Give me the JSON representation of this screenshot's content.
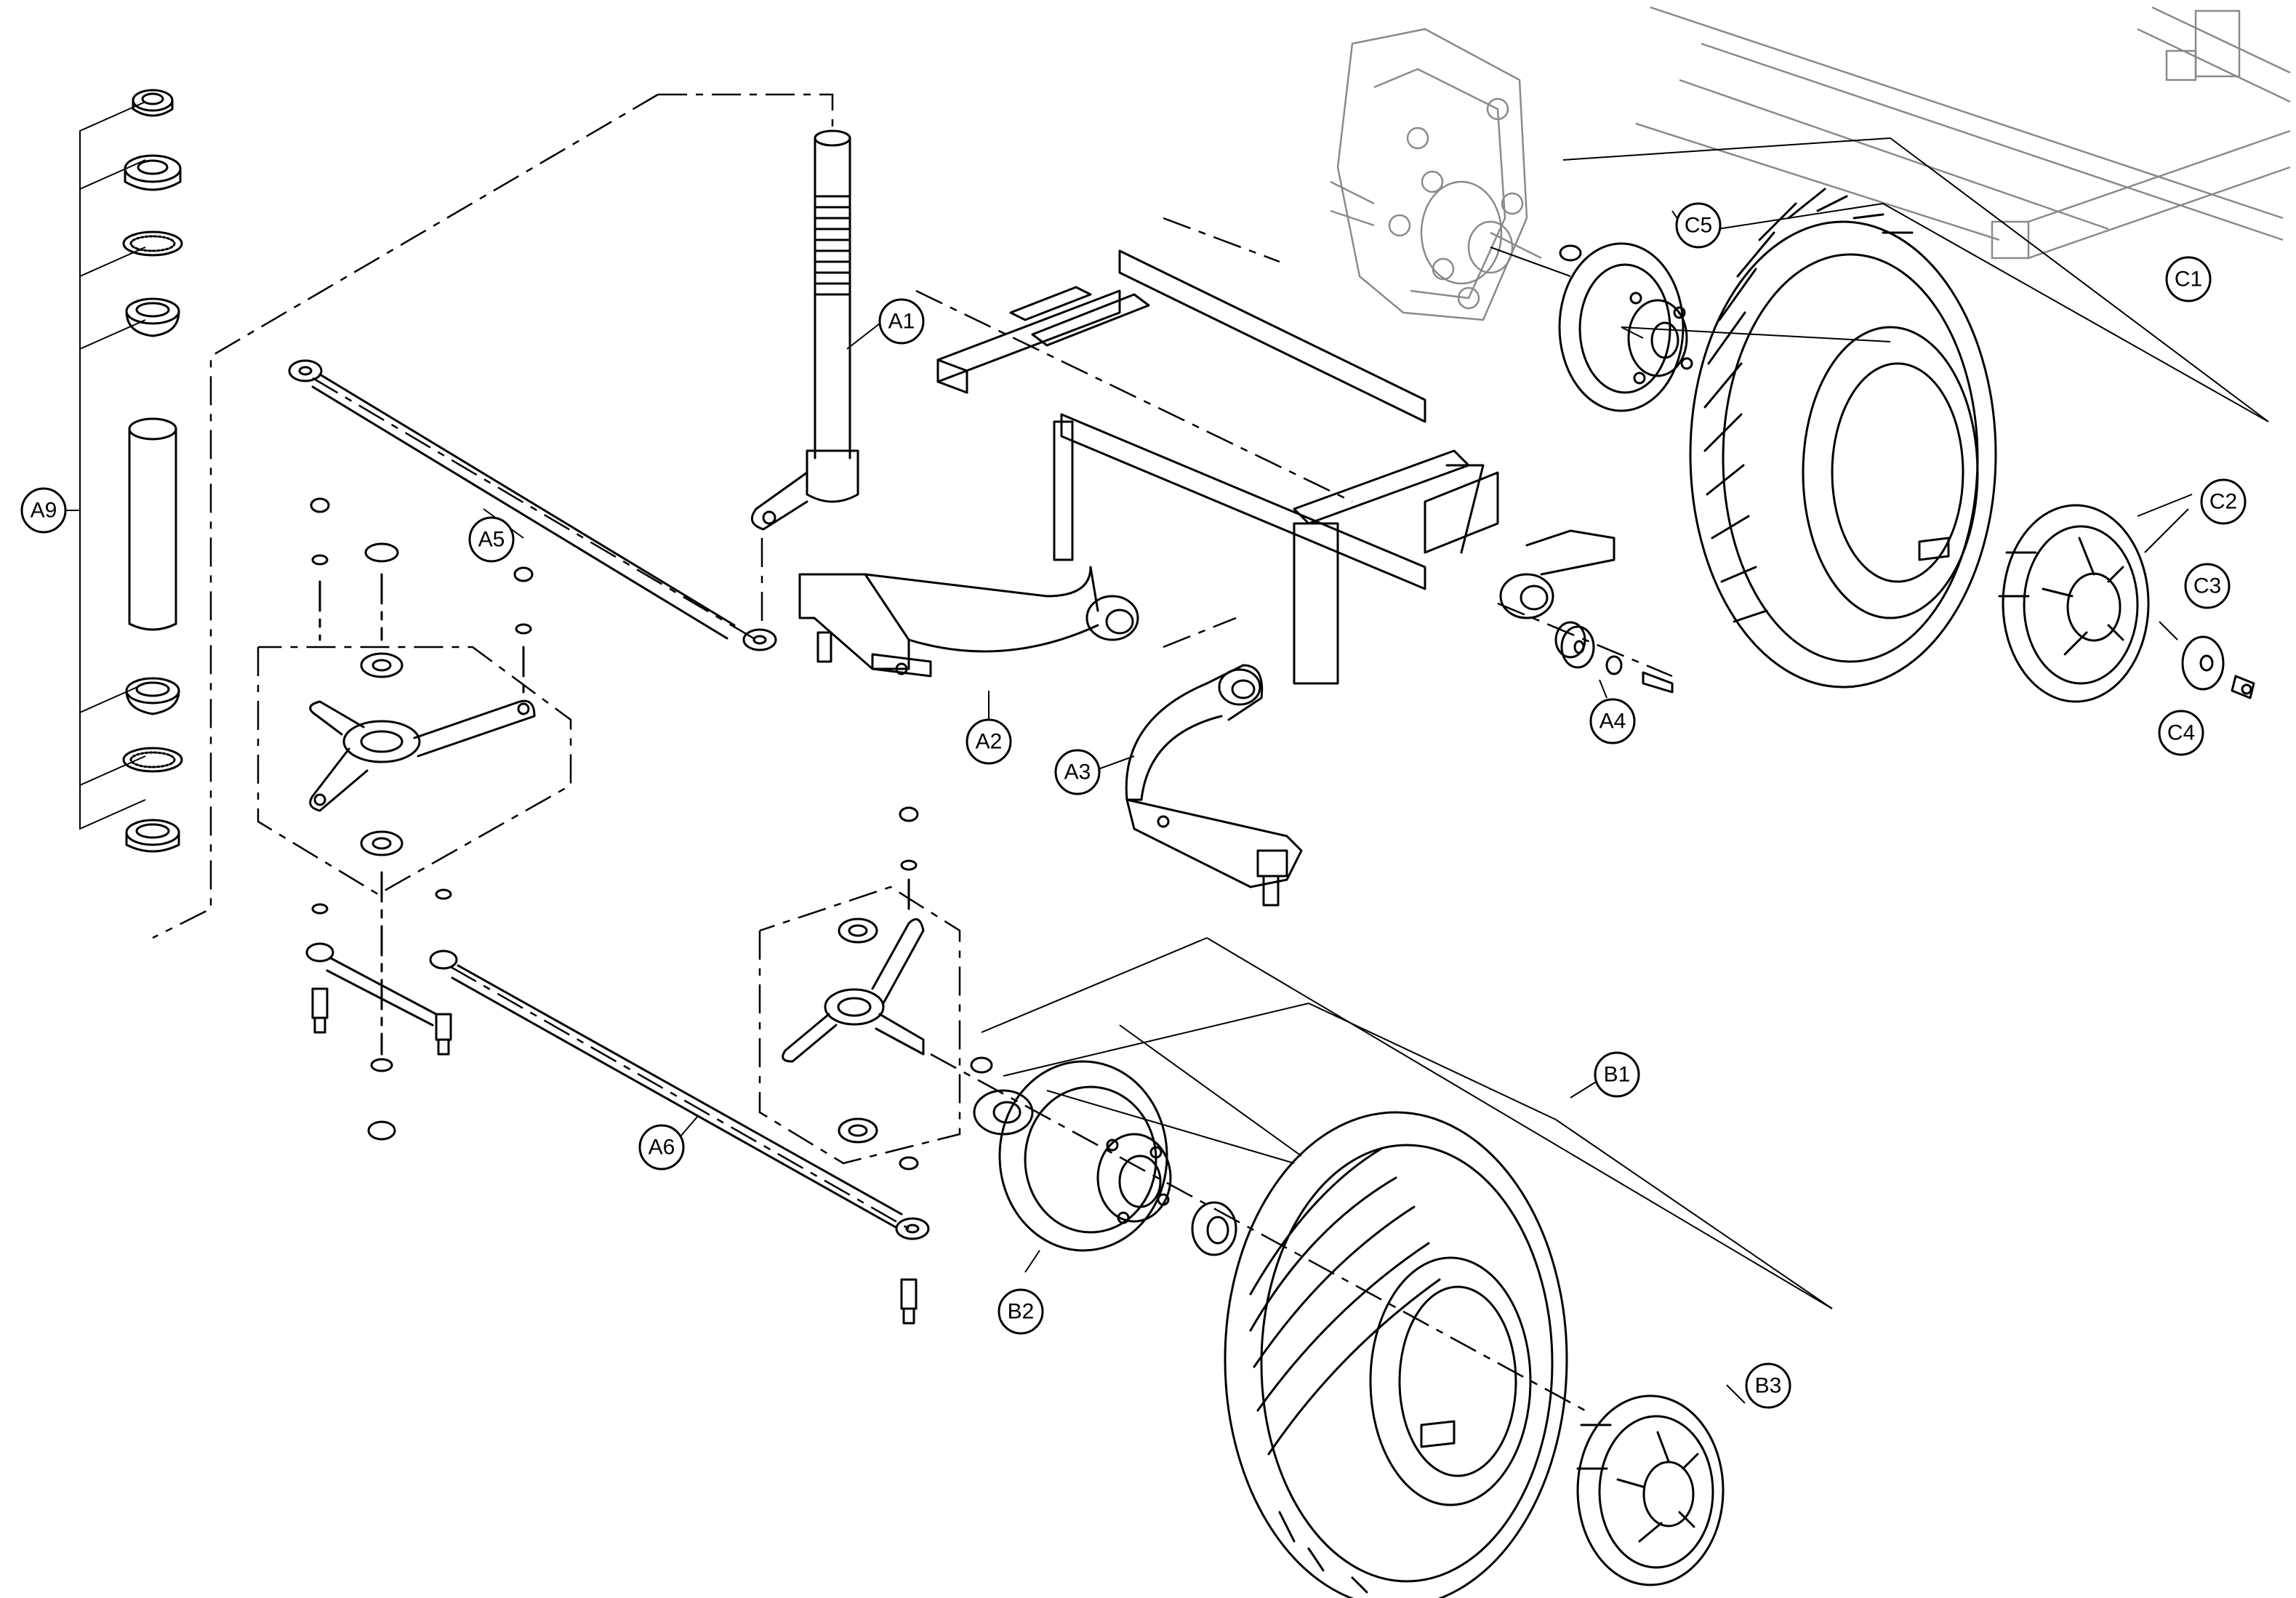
{
  "diagram": {
    "callouts": [
      {
        "id": "a1",
        "label": "A1"
      },
      {
        "id": "a2",
        "label": "A2"
      },
      {
        "id": "a3",
        "label": "A3"
      },
      {
        "id": "a4",
        "label": "A4"
      },
      {
        "id": "a5",
        "label": "A5"
      },
      {
        "id": "a6",
        "label": "A6"
      },
      {
        "id": "a9",
        "label": "A9"
      },
      {
        "id": "b1",
        "label": "B1"
      },
      {
        "id": "b2",
        "label": "B2"
      },
      {
        "id": "b3",
        "label": "B3"
      },
      {
        "id": "c1",
        "label": "C1"
      },
      {
        "id": "c2",
        "label": "C2"
      },
      {
        "id": "c3",
        "label": "C3"
      },
      {
        "id": "c4",
        "label": "C4"
      },
      {
        "id": "c5",
        "label": "C5"
      }
    ]
  }
}
